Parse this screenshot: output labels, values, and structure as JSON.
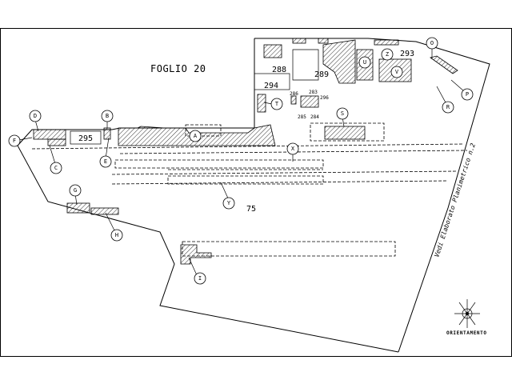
{
  "sheet": {
    "title": "FOGLIO 20",
    "area_number": "75",
    "road_label": "Vedi Elaborato Planimetrico n.2",
    "orientation_label": "ORIENTAMENTO"
  },
  "parcels": [
    "288",
    "289",
    "293",
    "294",
    "286",
    "296",
    "283",
    "285",
    "284",
    "295"
  ],
  "callouts": [
    "A",
    "B",
    "C",
    "D",
    "E",
    "F",
    "G",
    "H",
    "I",
    "O",
    "P",
    "R",
    "S",
    "T",
    "U",
    "V",
    "X",
    "Y",
    "Z"
  ]
}
